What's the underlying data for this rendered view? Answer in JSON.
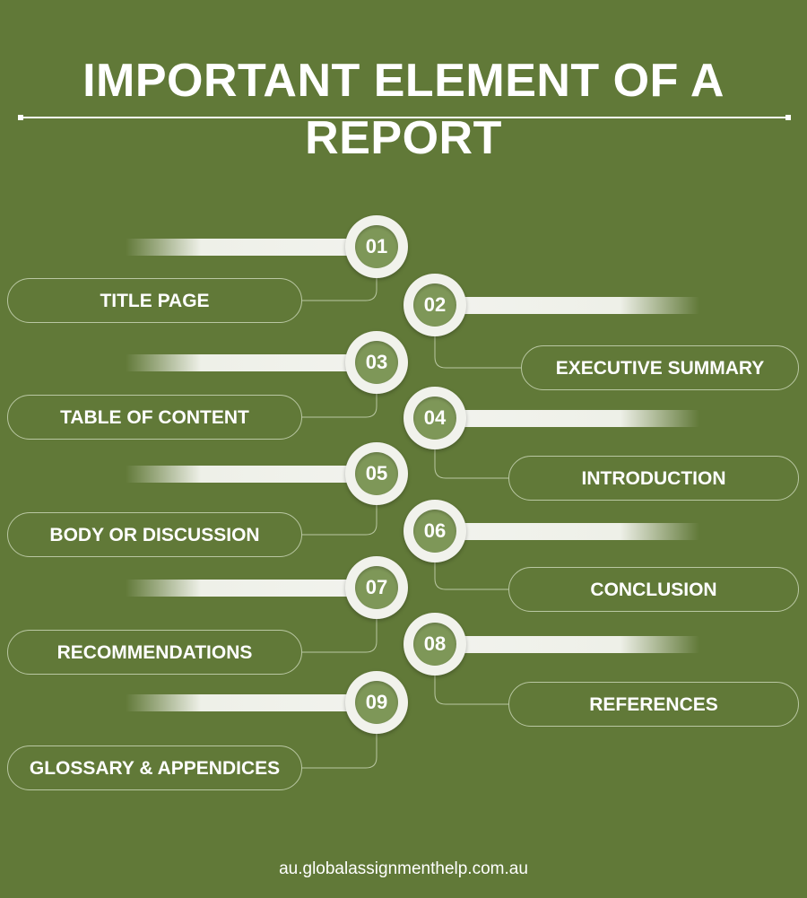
{
  "title": "IMPORTANT ELEMENT OF A REPORT",
  "items": [
    {
      "number": "01",
      "label": "TITLE PAGE"
    },
    {
      "number": "02",
      "label": "EXECUTIVE SUMMARY"
    },
    {
      "number": "03",
      "label": "TABLE OF CONTENT"
    },
    {
      "number": "04",
      "label": "INTRODUCTION"
    },
    {
      "number": "05",
      "label": "BODY OR DISCUSSION"
    },
    {
      "number": "06",
      "label": "CONCLUSION"
    },
    {
      "number": "07",
      "label": "RECOMMENDATIONS"
    },
    {
      "number": "08",
      "label": "REFERENCES"
    },
    {
      "number": "09",
      "label": "GLOSSARY & APPENDICES"
    }
  ],
  "footer": "au.globalassignmenthelp.com.au",
  "colors": {
    "background": "#617938",
    "circle_inner": "#7e9758"
  }
}
